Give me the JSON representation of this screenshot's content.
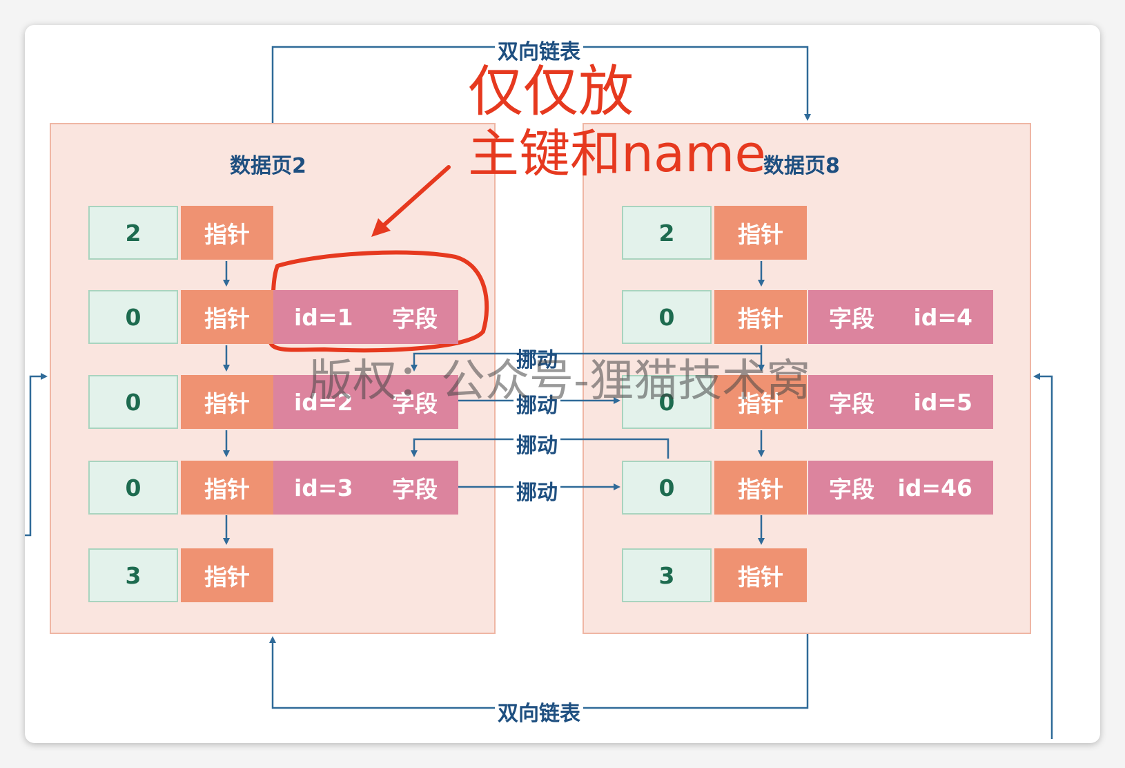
{
  "top_link_label": "双向链表",
  "bottom_link_label": "双向链表",
  "annotation": {
    "line1": "仅仅放",
    "line2": "主键和name"
  },
  "watermark": "版权：公众号-狸猫技术窝",
  "pages": [
    {
      "title": "数据页2",
      "rows": [
        {
          "key": "2",
          "pointer": "指针"
        },
        {
          "key": "0",
          "pointer": "指针",
          "record": {
            "id": "id=1",
            "field": "字段"
          }
        },
        {
          "key": "0",
          "pointer": "指针",
          "record": {
            "id": "id=2",
            "field": "字段"
          }
        },
        {
          "key": "0",
          "pointer": "指针",
          "record": {
            "id": "id=3",
            "field": "字段"
          }
        },
        {
          "key": "3",
          "pointer": "指针"
        }
      ]
    },
    {
      "title": "数据页8",
      "rows": [
        {
          "key": "2",
          "pointer": "指针"
        },
        {
          "key": "0",
          "pointer": "指针",
          "record": {
            "id": "id=4",
            "field": "字段"
          }
        },
        {
          "key": "0",
          "pointer": "指针",
          "record": {
            "id": "id=5",
            "field": "字段"
          }
        },
        {
          "key": "0",
          "pointer": "指针",
          "record": {
            "id": "id=46",
            "field": "字段"
          }
        },
        {
          "key": "3",
          "pointer": "指针"
        }
      ]
    }
  ],
  "moves": [
    {
      "label": "挪动"
    },
    {
      "label": "挪动"
    },
    {
      "label": "挪动"
    },
    {
      "label": "挪动"
    }
  ],
  "colors": {
    "arrow": "#2f6a98",
    "annotation": "#e6391f",
    "pointer": "#ef9272",
    "record": "#dc849e",
    "key": "#e3f2eb"
  }
}
